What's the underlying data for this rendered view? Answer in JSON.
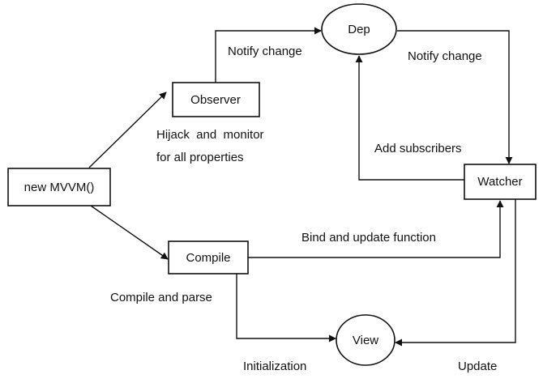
{
  "nodes": {
    "mvvm": "new MVVM()",
    "observer": "Observer",
    "compile": "Compile",
    "dep": "Dep",
    "watcher": "Watcher",
    "view": "View"
  },
  "labels": {
    "notify_change_1": "Notify change",
    "notify_change_2": "Notify change",
    "hijack_line1": "Hijack  and  monitor",
    "hijack_line2": "for all properties",
    "add_subscribers": "Add subscribers",
    "bind_update": "Bind and update function",
    "compile_parse": "Compile and parse",
    "initialization": "Initialization",
    "update": "Update"
  },
  "colors": {
    "stroke": "#111111",
    "background": "#ffffff"
  }
}
